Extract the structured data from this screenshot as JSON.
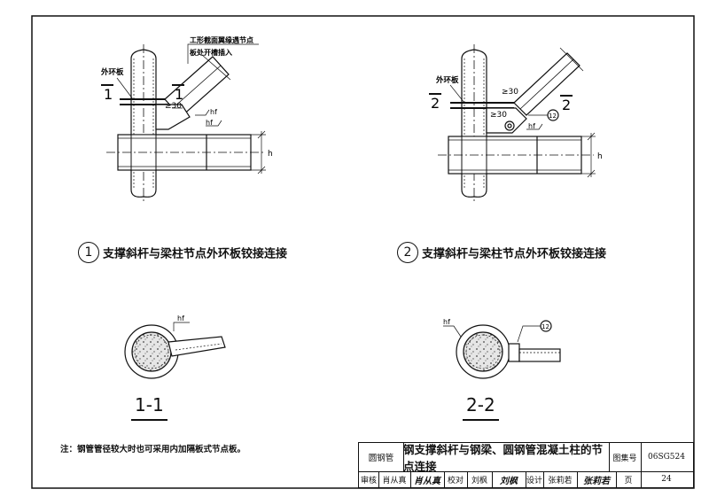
{
  "detail1": {
    "number": "1",
    "caption": "支撑斜杆与梁柱节点外环板铰接连接",
    "label_outer_ring": "外环板",
    "label_slot_line1": "工形截面翼缘遇节点",
    "label_slot_line2": "板处开槽插入",
    "sect_mark": "1",
    "dim_30": "≥30",
    "dim_hf1": "hf",
    "dim_hf2": "hf",
    "dim_h": "h"
  },
  "detail2": {
    "number": "2",
    "caption": "支撑斜杆与梁柱节点外环板铰接连接",
    "label_outer_ring": "外环板",
    "sect_mark": "2",
    "dim_30a": "≥30",
    "dim_30b": "≥30",
    "callout": "12",
    "dim_hf": "hf",
    "dim_h": "h"
  },
  "section1": {
    "label": "1-1",
    "dim_hf": "hf"
  },
  "section2": {
    "label": "2-2",
    "dim_hf": "hf",
    "callout": "12"
  },
  "note": "注：钢管管径较大时也可采用内加隔板式节点板。",
  "title_block": {
    "category": "圆钢管",
    "title": "钢支撑斜杆与钢梁、圆钢管混凝土柱的节点连接",
    "atlas_label": "图集号",
    "atlas_no": "06SG524",
    "review_label": "审核",
    "reviewer": "肖从真",
    "reviewer_sig": "肖从真",
    "check_label": "校对",
    "checker": "刘枫",
    "checker_sig": "刘枫",
    "design_label": "设计",
    "designer": "张莉若",
    "designer_sig": "张莉若",
    "page_label": "页",
    "page_no": "24"
  }
}
